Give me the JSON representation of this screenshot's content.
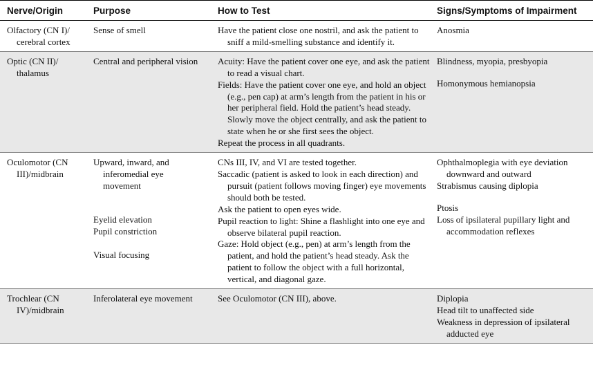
{
  "headers": [
    "Nerve/Origin",
    "Purpose",
    "How to Test",
    "Signs/Symptoms of Impairment"
  ],
  "rows": [
    {
      "nerve": "Olfactory (CN I)/ cerebral cortex",
      "purpose": "Sense of smell",
      "test": [
        "Have the patient close one nostril, and ask the patient to sniff a mild-smelling substance and identify it."
      ],
      "signs": [
        "Anosmia"
      ]
    },
    {
      "nerve": "Optic (CN II)/ thalamus",
      "purpose": "Central and peripheral vision",
      "test": [
        "Acuity: Have the patient cover one eye, and ask the patient to read a visual chart.",
        "Fields: Have the patient cover one eye, and hold an object (e.g., pen cap) at arm’s length from the patient in his or her peripheral field. Hold the patient’s head steady. Slowly move the object centrally, and ask the patient to state when he or she first sees the object.",
        "Repeat the process in all quadrants."
      ],
      "signs": [
        "Blindness, myopia, presbyopia",
        "Homonymous hemianopsia"
      ]
    },
    {
      "nerve": "Oculomotor (CN III)/midbrain",
      "purpose": [
        "Upward, inward, and inferomedial eye movement",
        "Eyelid elevation",
        "Pupil constriction",
        "Visual focusing"
      ],
      "test": [
        "CNs III, IV, and VI are tested together.",
        "Saccadic (patient is asked to look in each direction) and pursuit (patient follows moving finger) eye movements should both be tested.",
        "Ask the patient to open eyes wide.",
        "Pupil reaction to light: Shine a flashlight into one eye and observe bilateral pupil reaction.",
        "Gaze: Hold object (e.g., pen) at arm’s length from the patient, and hold the patient’s head steady. Ask the patient to follow the object with a full horizontal, vertical, and diagonal gaze."
      ],
      "signs": [
        "Ophthalmoplegia with eye deviation downward and outward",
        "Strabismus causing diplopia",
        "Ptosis",
        "Loss of ipsilateral pupillary light and accommodation reflexes"
      ]
    },
    {
      "nerve": "Trochlear (CN IV)/midbrain",
      "purpose": "Inferolateral eye movement",
      "test": [
        "See Oculomotor (CN III), above."
      ],
      "signs": [
        "Diplopia",
        "Head tilt to unaffected side",
        "Weakness in depression of ipsilateral adducted eye"
      ]
    }
  ]
}
